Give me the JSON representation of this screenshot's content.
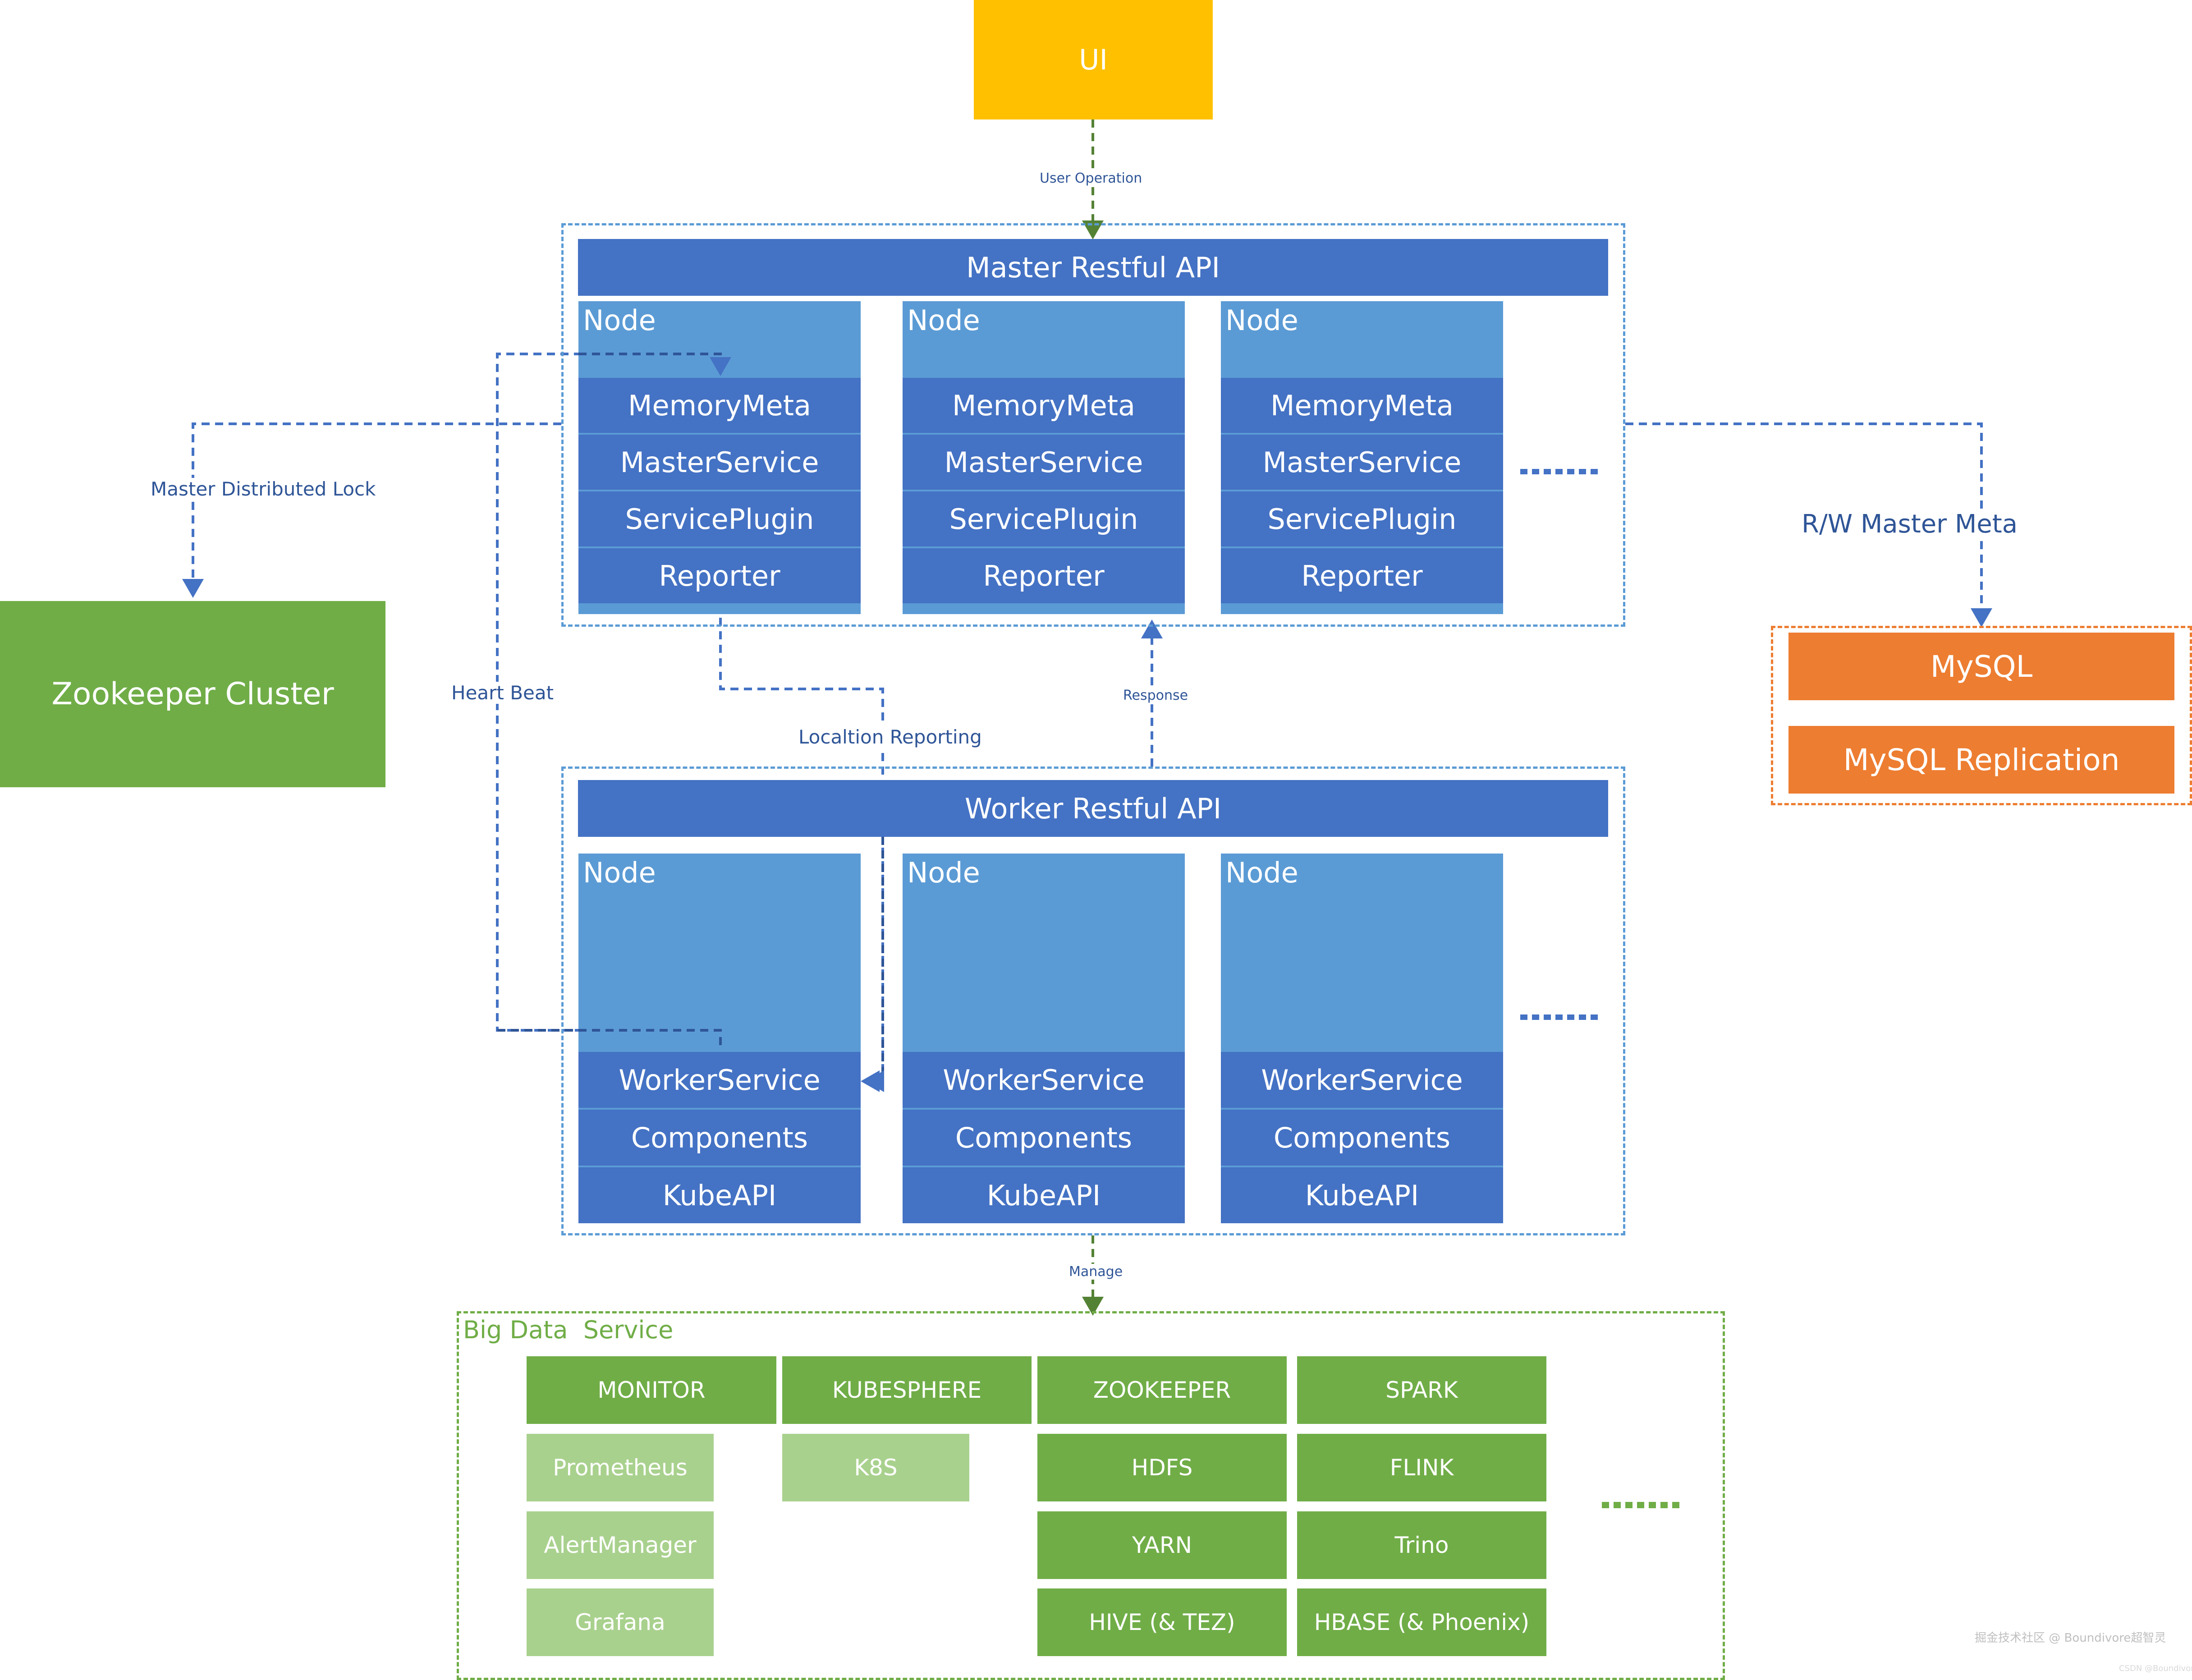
{
  "ui": {
    "label": "UI"
  },
  "edges": {
    "user_operation": "User Operation",
    "master_distributed_lock": "Master Distributed Lock",
    "heart_beat": "Heart Beat",
    "localtion_reporting": "Localtion Reporting",
    "response": "Response",
    "rw_master_meta": "R/W Master Meta",
    "manage": "Manage"
  },
  "master": {
    "api_label": "Master Restful API",
    "nodes": [
      {
        "label": "Node",
        "components": [
          "MemoryMeta",
          "MasterService",
          "ServicePlugin",
          "Reporter"
        ]
      },
      {
        "label": "Node",
        "components": [
          "MemoryMeta",
          "MasterService",
          "ServicePlugin",
          "Reporter"
        ]
      },
      {
        "label": "Node",
        "components": [
          "MemoryMeta",
          "MasterService",
          "ServicePlugin",
          "Reporter"
        ]
      }
    ]
  },
  "worker": {
    "api_label": "Worker Restful API",
    "nodes": [
      {
        "label": "Node",
        "components": [
          "WorkerService",
          "Components",
          "KubeAPI"
        ]
      },
      {
        "label": "Node",
        "components": [
          "WorkerService",
          "Components",
          "KubeAPI"
        ]
      },
      {
        "label": "Node",
        "components": [
          "WorkerService",
          "Components",
          "KubeAPI"
        ]
      }
    ]
  },
  "zookeeper": {
    "label": "Zookeeper Cluster"
  },
  "database": {
    "items": [
      "MySQL",
      "MySQL Replication"
    ]
  },
  "big_data": {
    "title": "Big Data  Service",
    "columns": [
      {
        "header": "MONITOR",
        "items": [
          "Prometheus",
          "AlertManager",
          "Grafana"
        ]
      },
      {
        "header": "KUBESPHERE",
        "items": [
          "K8S"
        ]
      },
      {
        "header": "ZOOKEEPER",
        "items": [
          "HDFS",
          "YARN",
          "HIVE (& TEZ)"
        ]
      },
      {
        "header": "SPARK",
        "items": [
          "FLINK",
          "Trino",
          "HBASE (& Phoenix)"
        ]
      }
    ]
  },
  "colors": {
    "ui": "#ffc000",
    "api": "#4472c4",
    "node": "#5b9bd5",
    "zookeeper": "#70ad47",
    "mysql": "#ed7d31",
    "service_light": "#a9d18e",
    "arrow_green": "#548235",
    "arrow_blue": "#4472c4"
  },
  "watermark": {
    "line1": "掘金技术社区 @ Boundivore超智灵",
    "line2": "CSDN @Boundivore"
  }
}
